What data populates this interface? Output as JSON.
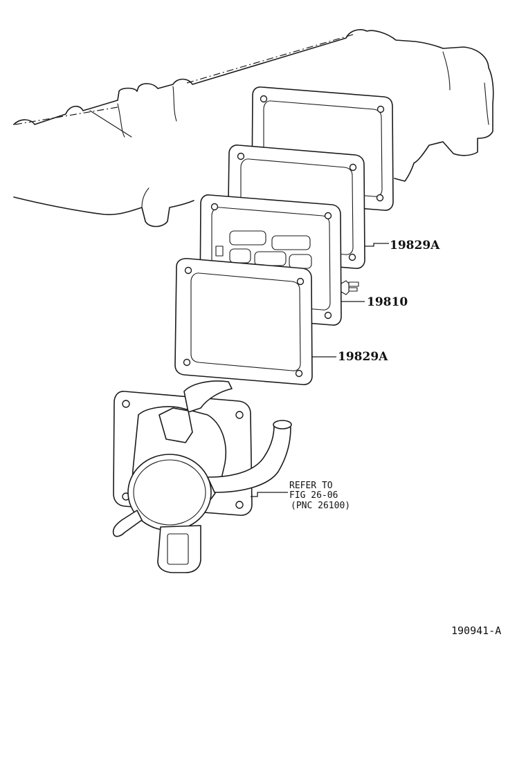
{
  "callouts": {
    "gasket_top": "19829A",
    "valve": "19810",
    "gasket_bottom": "19829A"
  },
  "reference": {
    "line1": "REFER TO",
    "line2": "FIG 26-06",
    "line3": "(PNC 26100)"
  },
  "figure_code": "190941-A"
}
